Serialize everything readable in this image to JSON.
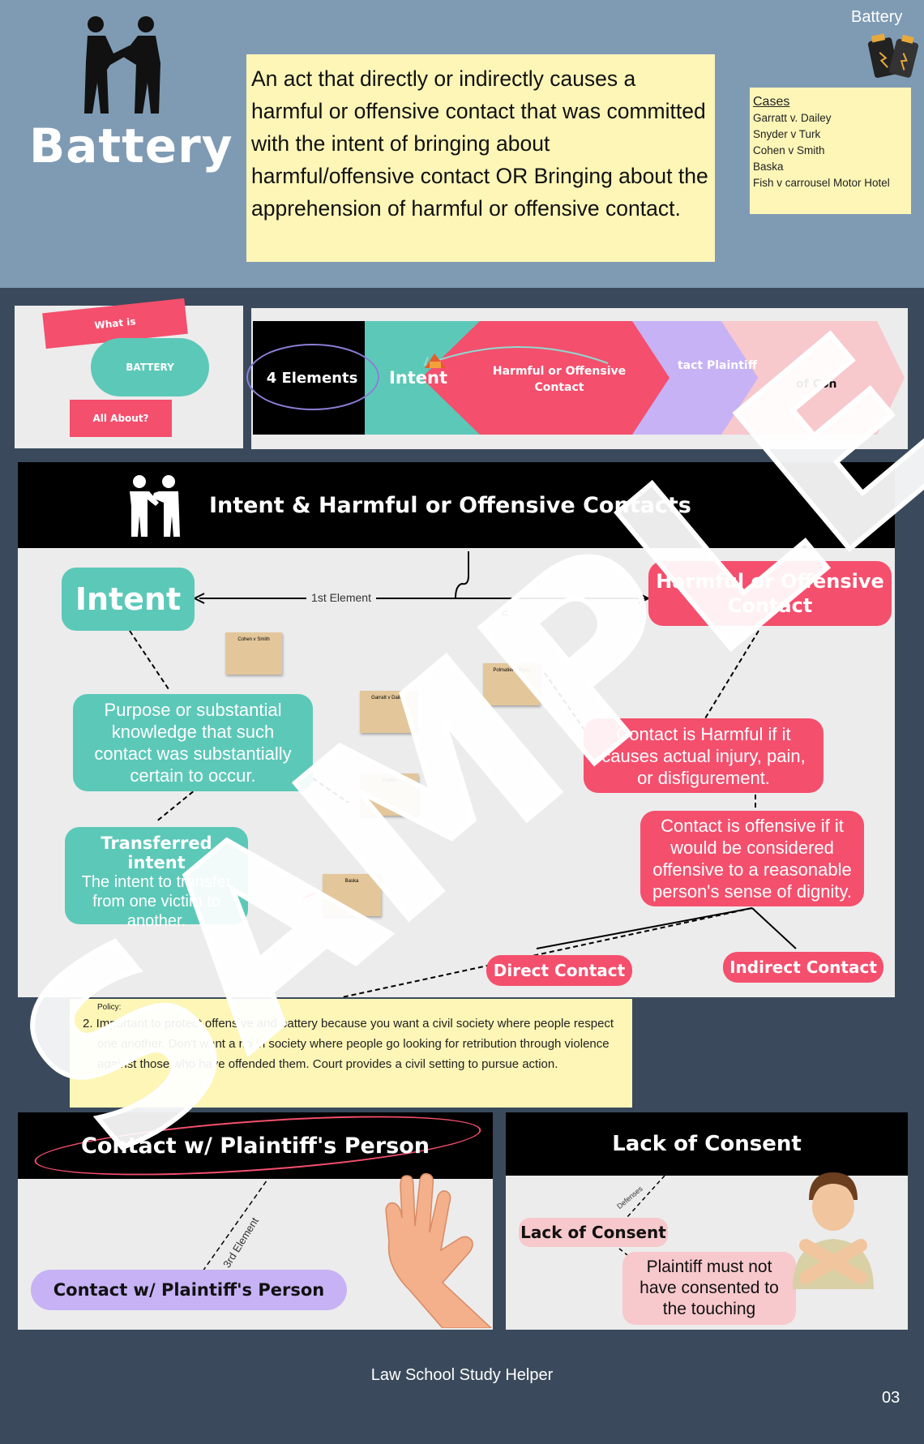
{
  "header": {
    "title": "Battery",
    "tag": "Battery",
    "definition": "An act that directly or indirectly causes a harmful or offensive contact that was committed with the intent of bringing about harmful/offensive contact OR Bringing about the apprehension of harmful or offensive contact.",
    "cases_title": "Cases",
    "cases": [
      "Garratt v. Dailey",
      "Snyder v Turk",
      "Cohen v Smith",
      "Baska",
      "Fish v carrousel Motor Hotel"
    ]
  },
  "what_card": {
    "line1": "What is",
    "line2": "BATTERY",
    "line3": "All About?"
  },
  "elements_banner": {
    "label": "4 Elements",
    "step1": "Intent",
    "step2": "Harmful or Offensive Contact",
    "step3": "tact Plaintiff",
    "step4": "of Con"
  },
  "intent_section": {
    "title": "Intent & Harmful or Offensive Contacts",
    "intent_label": "Intent",
    "first_element": "1st Element",
    "second_element_partial": "E",
    "harmful_label": "Harmful or Offensive Contact",
    "purpose_text": "Purpose or substantial knowledge that such contact was substantially certain to occur.",
    "transferred_title": "Transferred intent",
    "transferred_text": "The intent to transfer from one victim to another.",
    "harmful_text": "Contact is Harmful if it causes actual injury, pain, or disfigurement.",
    "offensive_text": "Contact is offensive if it would be considered offensive to a reasonable person's sense of dignity.",
    "direct": "Direct Contact",
    "indirect": "Indirect Contact",
    "notes": [
      "Cohen v Smith",
      "Garratt v Dailey",
      "Snyder",
      "Polmatier v Russ",
      "Baska"
    ]
  },
  "policy_note": {
    "line1": "Policy:",
    "line2": "2. Important to protect offensive and battery because you want a civil society where people respect one another. Don't want a rip in society where people go looking for retribution through violence against those who have offended them. Court provides a civil setting to pursue action."
  },
  "contact_section": {
    "title": "Contact w/ Plaintiff's Person",
    "third": "3rd Element",
    "pill": "Contact w/ Plaintiff's Person"
  },
  "consent_section": {
    "title": "Lack of Consent",
    "defenses": "Defenses",
    "pill": "Lack of Consent",
    "text": "Plaintiff must not have consented to the touching"
  },
  "watermark": "SAMPLE",
  "footer": {
    "text": "Law School Study Helper",
    "page": "03"
  },
  "colors": {
    "teal": "#5cc8b8",
    "pink": "#f44f6d",
    "purple": "#c6b2f5",
    "yellow": "#fdf6b7",
    "header": "#7f9bb4",
    "background": "#3a4a5c"
  }
}
